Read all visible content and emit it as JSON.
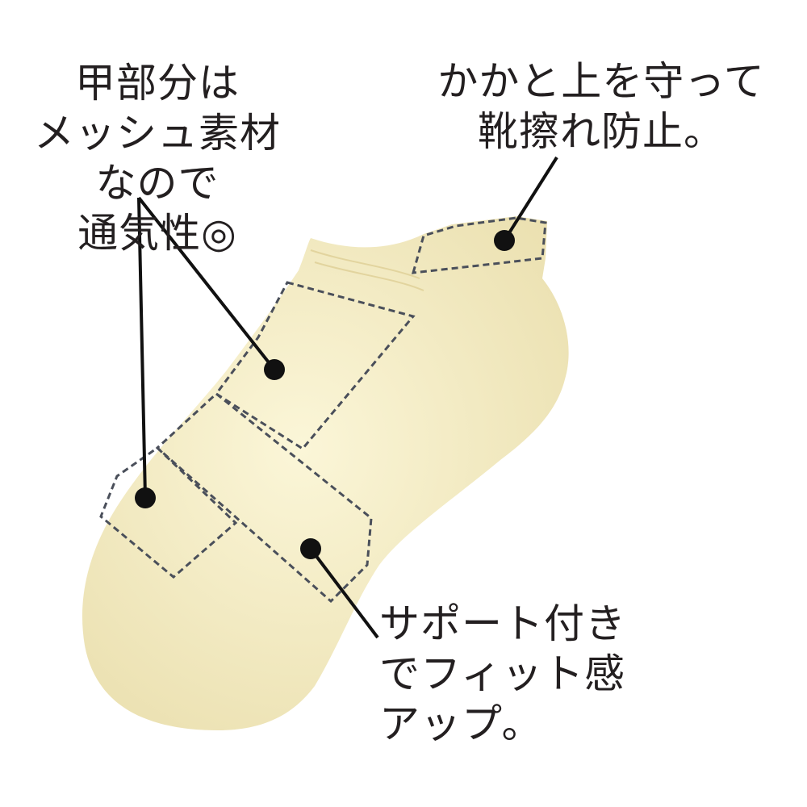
{
  "callouts": {
    "mesh": [
      "甲部分は",
      "メッシュ素材",
      "なので",
      "通気性◎"
    ],
    "heel": [
      "かかと上を守って",
      "靴擦れ防止。"
    ],
    "support": [
      "サポート付き",
      "でフィット感",
      "アップ。"
    ]
  },
  "colors": {
    "sock": "#f8f0c8",
    "sock_shadow": "#e9dcaa",
    "dashed_line": "#4a4f5a",
    "text": "#231f20"
  }
}
